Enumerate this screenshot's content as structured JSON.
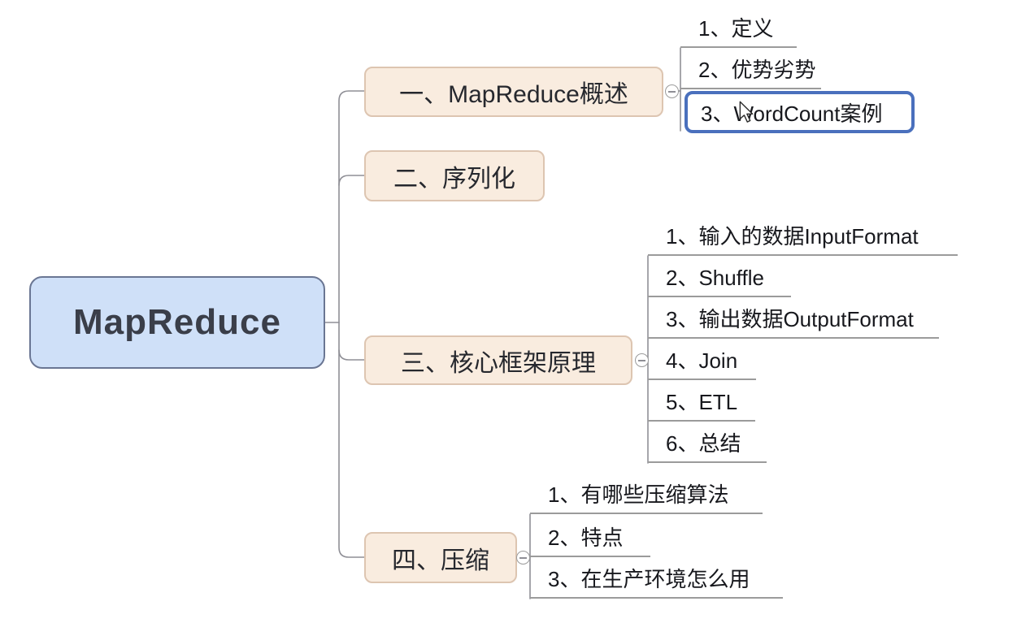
{
  "diagram": {
    "type": "mindmap",
    "root": {
      "label": "MapReduce"
    },
    "branches": [
      {
        "label": "一、MapReduce概述",
        "collapsed": false,
        "children": [
          {
            "label": "1、定义"
          },
          {
            "label": "2、优势劣势"
          },
          {
            "label": "3、WordCount案例",
            "selected": true
          }
        ]
      },
      {
        "label": "二、序列化",
        "children": []
      },
      {
        "label": "三、核心框架原理",
        "collapsed": false,
        "children": [
          {
            "label": "1、输入的数据InputFormat"
          },
          {
            "label": "2、Shuffle"
          },
          {
            "label": "3、输出数据OutputFormat"
          },
          {
            "label": "4、Join"
          },
          {
            "label": "5、ETL"
          },
          {
            "label": "6、总结"
          }
        ]
      },
      {
        "label": "四、压缩",
        "collapsed": false,
        "children": [
          {
            "label": "1、有哪些压缩算法"
          },
          {
            "label": "2、特点"
          },
          {
            "label": "3、在生产环境怎么用"
          }
        ]
      }
    ],
    "colors": {
      "root_fill": "#cfe0f8",
      "root_border": "#6a7693",
      "branch_fill": "#f9ecdf",
      "branch_border": "#ddc5b1",
      "selected_border": "#4a70bd",
      "connector": "#8f8f96",
      "underline": "#9b9b9b",
      "text": "#17181d"
    },
    "icons": {
      "collapse": "minus-circle-icon",
      "pointer": "arrow-cursor-icon"
    }
  }
}
